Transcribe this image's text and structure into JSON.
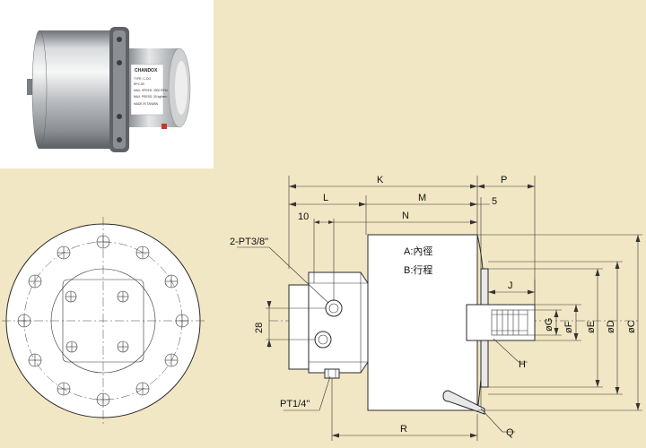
{
  "photo": {
    "brand": "CHANDOX",
    "nameplate_lines": [
      "TYPE: C-OO",
      "RPC-50",
      "MAX. SPEED: 3000 RPM",
      "MAX. PRESS: 30 kgf/cm²",
      "MADE IN TAIWAN"
    ]
  },
  "dimensions": {
    "K": "K",
    "L": "L",
    "M": "M",
    "P": "P",
    "N": "N",
    "ten": "10",
    "five": "5",
    "J": "J",
    "H": "H",
    "G": "øG",
    "F": "øF",
    "E": "øE",
    "D": "øD",
    "C": "øC",
    "R": "R",
    "Q": "Q",
    "twentyeight": "28"
  },
  "callouts": {
    "port_top": "2-PT3/8\"",
    "port_bottom": "PT1/4\"",
    "legend_a": "A:內徑",
    "legend_b": "B:行程"
  }
}
